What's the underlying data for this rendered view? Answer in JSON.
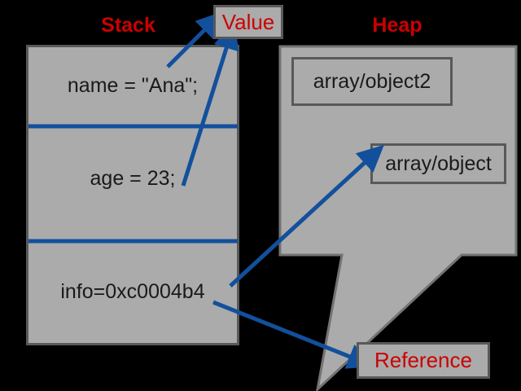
{
  "diagram": {
    "type": "memory-model",
    "background_color": "#000000",
    "box_fill": "#ababab",
    "box_stroke": "#595959",
    "label_color": "#cc0000",
    "arrow_color": "#12509c",
    "text_color": "#1a1a1a"
  },
  "titles": {
    "stack": "Stack",
    "heap": "Heap"
  },
  "tags": {
    "value": "Value",
    "reference": "Reference"
  },
  "stack": {
    "slots": [
      {
        "text": "name = \"Ana\";"
      },
      {
        "text": "age = 23;"
      },
      {
        "text": "info=0xc0004b4"
      }
    ]
  },
  "heap": {
    "objects": [
      {
        "text": "array/object2"
      },
      {
        "text": "array/object"
      }
    ]
  },
  "arrows": [
    {
      "from": "name-slot",
      "to": "value-tag"
    },
    {
      "from": "age-slot",
      "to": "value-tag"
    },
    {
      "from": "info-slot",
      "to": "array-object-box"
    },
    {
      "from": "info-slot",
      "to": "reference-tag"
    }
  ]
}
